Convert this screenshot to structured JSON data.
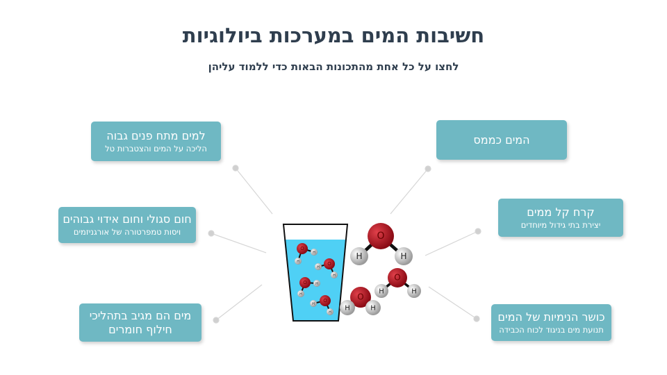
{
  "header": {
    "title": "חשיבות המים במערכות ביולוגיות",
    "subtitle": "לחצו על כל אחת מהתכונות הבאות כדי ללמוד עליהן"
  },
  "properties": [
    {
      "title": "למים מתח פנים גבוה",
      "subtitle": "הליכה על המים והצטברות טל"
    },
    {
      "title": "חום סגולי וחום אידוי גבוהים",
      "subtitle": "ויסות טמפרטורה של אורגניזמים"
    },
    {
      "title": "מים הם מגיב בתהליכי חילוף חומרים",
      "subtitle": ""
    },
    {
      "title": "המים כממס",
      "subtitle": ""
    },
    {
      "title": "קרח קל ממים",
      "subtitle": "יצירת בתי גידול מיוחדים"
    },
    {
      "title": "כושר הנימיות של המים",
      "subtitle": "תנועת מים בניגוד לכוח הכבידה"
    }
  ],
  "molecule_labels": {
    "oxygen": "O",
    "hydrogen": "H"
  },
  "colors": {
    "box": "#6fb8c3",
    "title": "#2f3e4e",
    "water": "#4fd0f5",
    "oxygen": "#b0101c",
    "hydrogen": "#d8d8d8"
  }
}
